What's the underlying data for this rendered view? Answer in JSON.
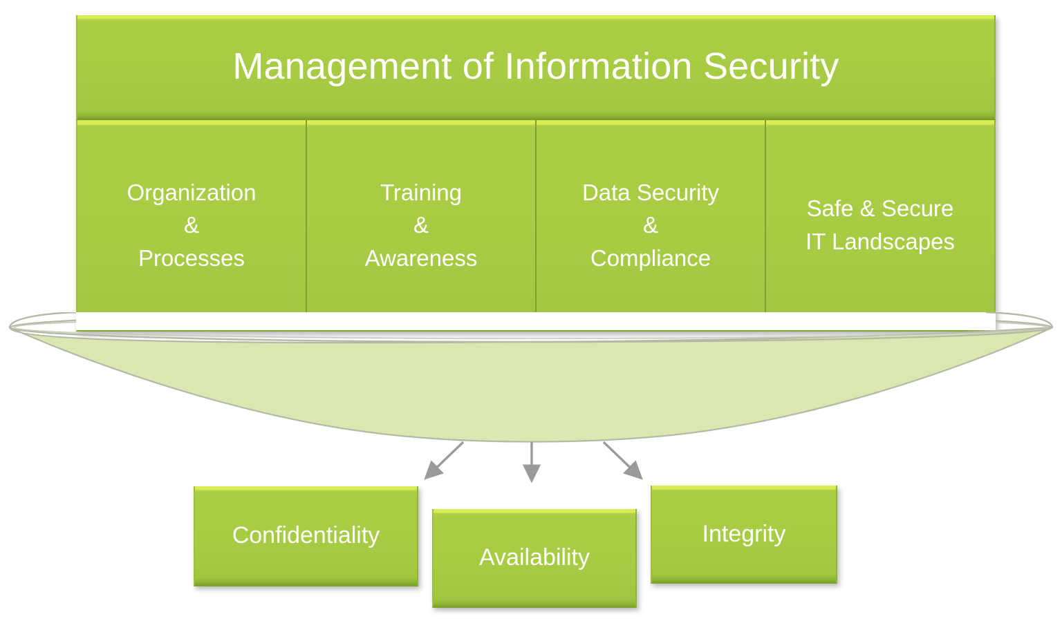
{
  "diagram": {
    "title": "Management of Information Security",
    "pillars": [
      {
        "id": "organization-processes",
        "lines": [
          "Organization",
          "&",
          "Processes"
        ]
      },
      {
        "id": "training-awareness",
        "lines": [
          "Training",
          "&",
          "Awareness"
        ]
      },
      {
        "id": "data-security-compliance",
        "lines": [
          "Data Security",
          "&",
          "Compliance"
        ]
      },
      {
        "id": "safe-secure-it-landscapes",
        "lines": [
          "Safe & Secure",
          "IT Landscapes"
        ]
      }
    ],
    "outcomes": [
      {
        "id": "confidentiality",
        "label": "Confidentiality"
      },
      {
        "id": "availability",
        "label": "Availability"
      },
      {
        "id": "integrity",
        "label": "Integrity"
      }
    ],
    "connectors": [
      {
        "id": "arrow-to-confidentiality",
        "direction": "down-left"
      },
      {
        "id": "arrow-to-availability",
        "direction": "down"
      },
      {
        "id": "arrow-to-integrity",
        "direction": "down-right"
      }
    ],
    "colors": {
      "block_green": "#a8cb44",
      "block_top_highlight": "#d8ec55",
      "block_bottom_shade": "#7ea32e",
      "funnel_fill": "#dbe7b0",
      "funnel_stroke": "#b6b8a6",
      "arrow_gray": "#9a9a9a",
      "text_on_block": "#ffffff",
      "background": "#ffffff"
    }
  }
}
